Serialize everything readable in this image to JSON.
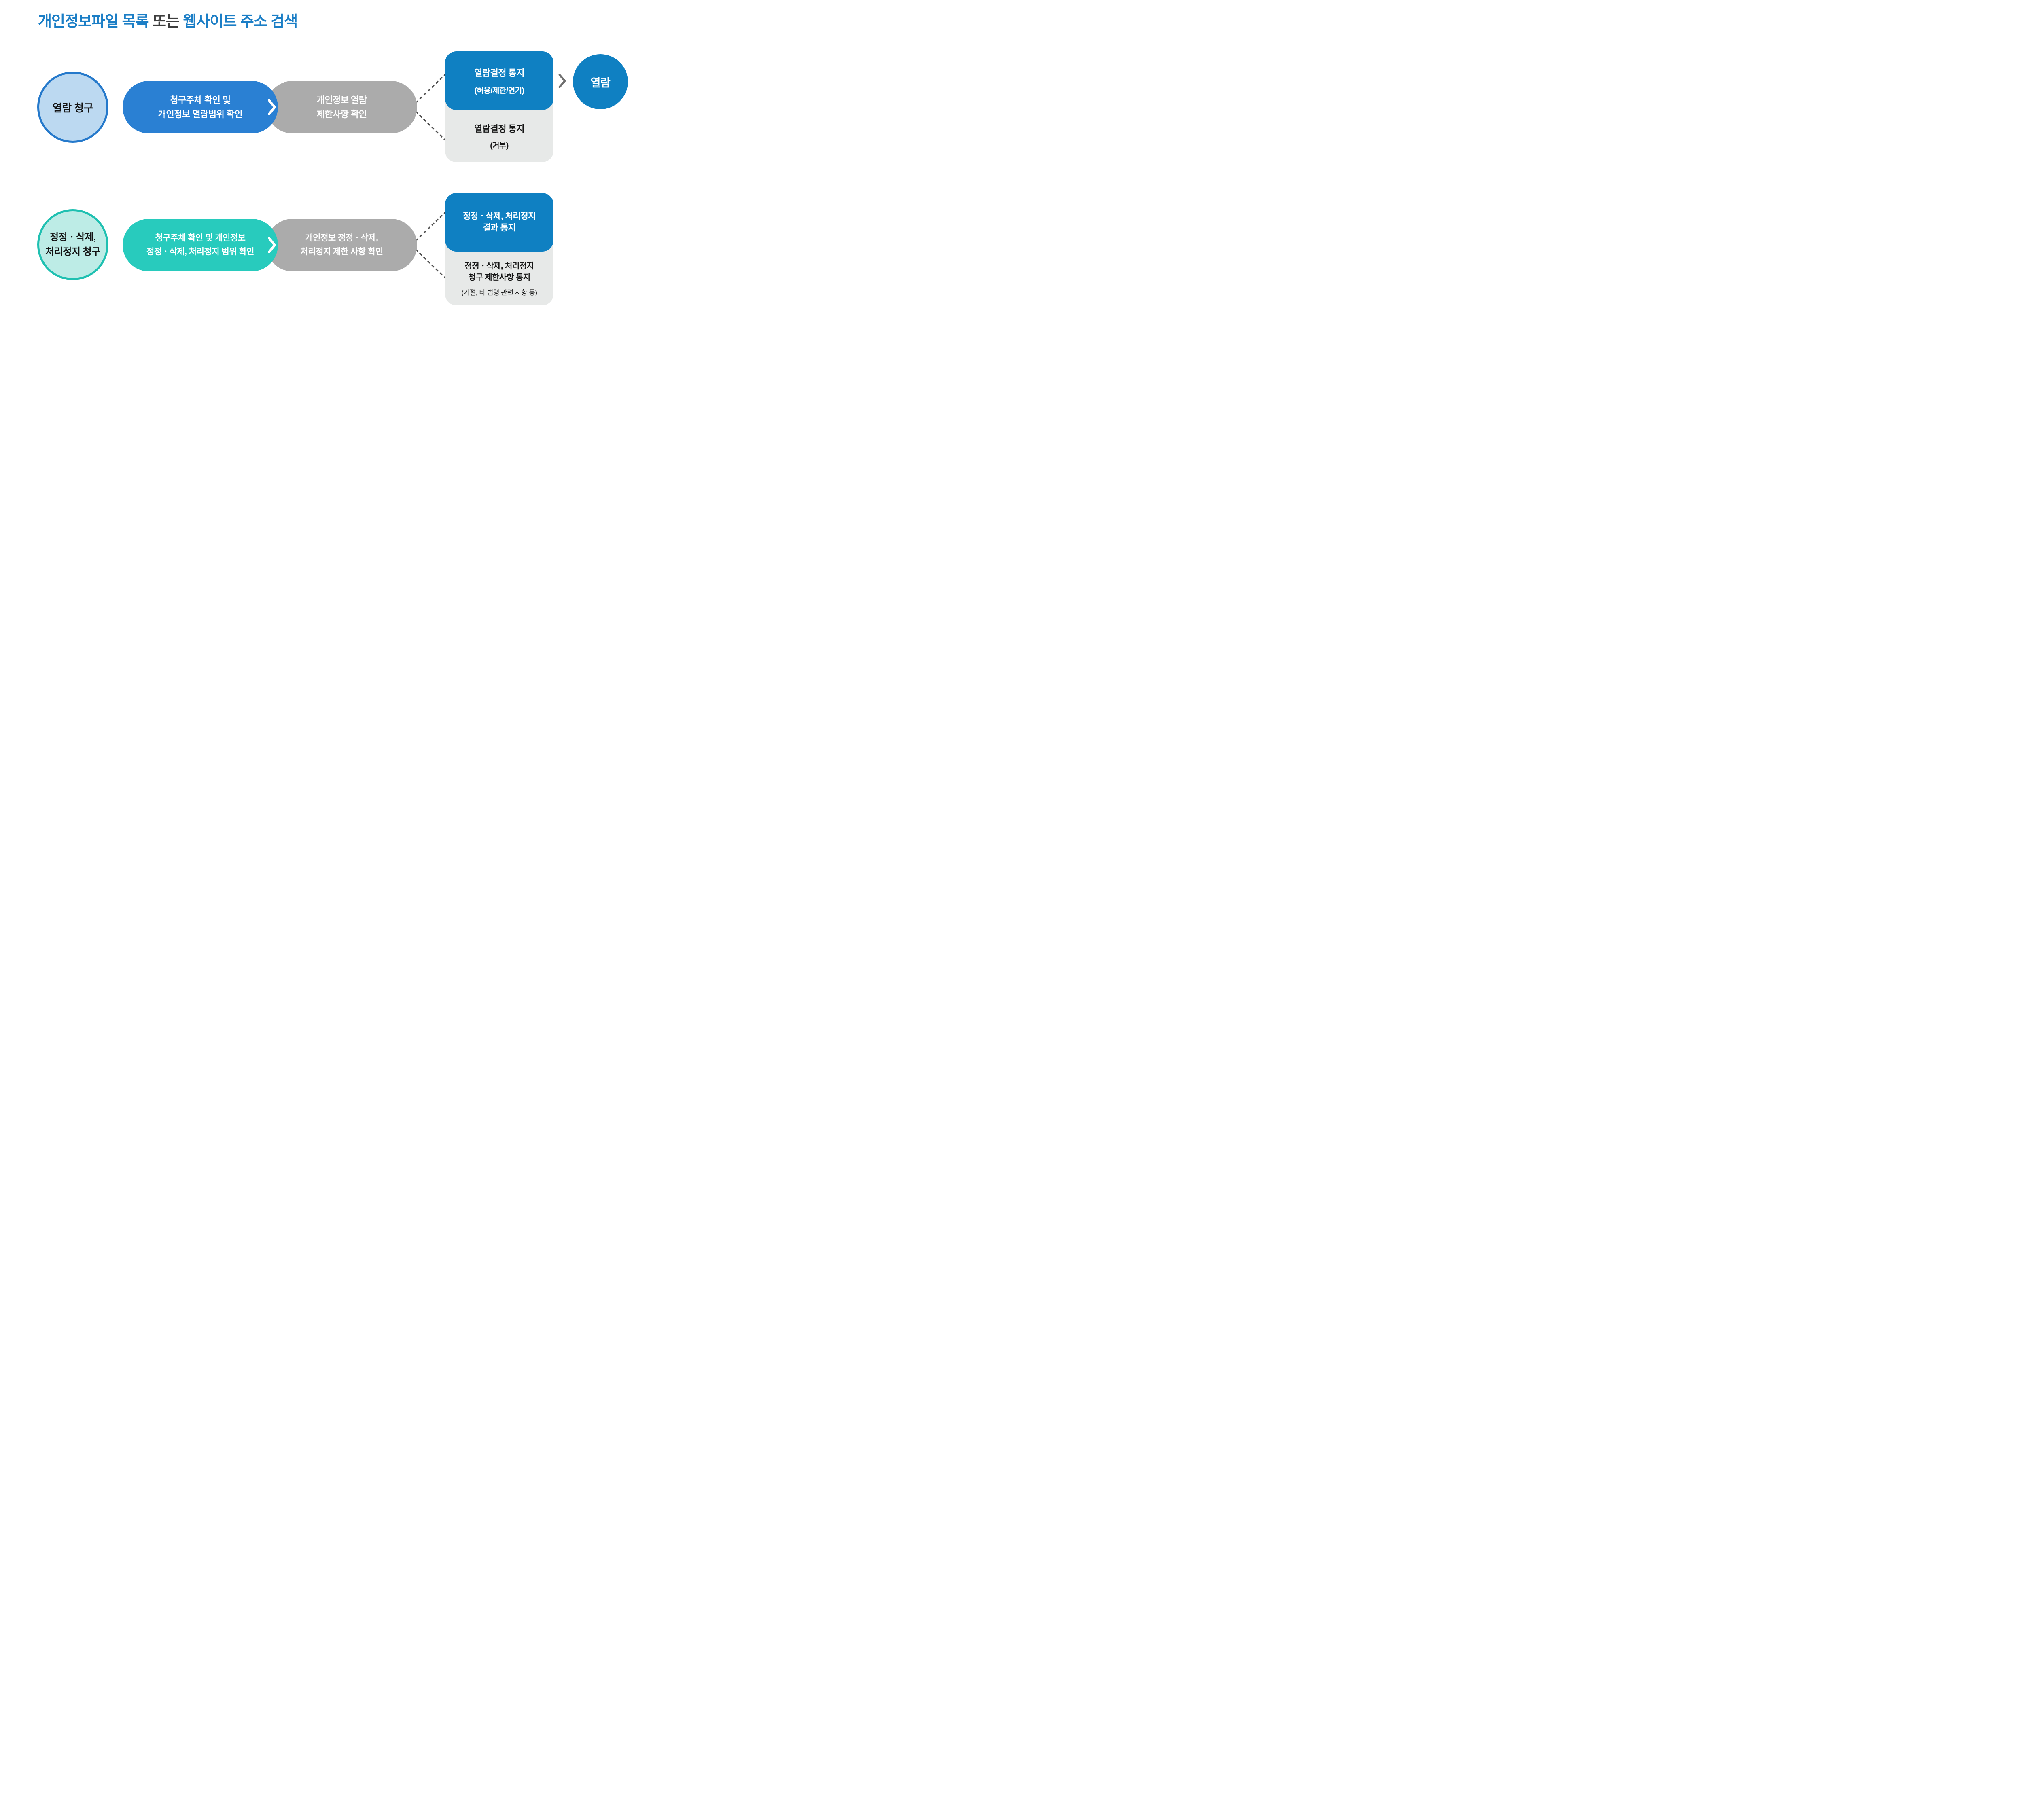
{
  "title": {
    "part1": "개인정보파일 목록",
    "part2": " 또는 ",
    "part3": "웹사이트 주소 검색"
  },
  "rows": [
    {
      "request_circle": {
        "line1": "열람 청구"
      },
      "verify_pill": {
        "line1": "청구주체 확인 및",
        "line2": "개인정보 열람범위 확인"
      },
      "restriction_pill": {
        "line1": "개인정보 열람",
        "line2": "제한사항 확인"
      },
      "decision_box": {
        "line1": "열람결정 통지",
        "line2": "(허용/제한/연기)"
      },
      "rejection_box": {
        "line1": "열람결정 통지",
        "line2": "(거부)"
      },
      "outcome_circle": {
        "label": "열람"
      }
    },
    {
      "request_circle": {
        "line1": "정정ㆍ삭제,",
        "line2": "처리정지 청구"
      },
      "verify_pill": {
        "line1": "청구주체 확인 및 개인정보",
        "line2": "정정ㆍ삭제, 처리정지 범위 확인"
      },
      "restriction_pill": {
        "line1": "개인정보 정정ㆍ삭제,",
        "line2": "처리정지 제한 사항 확인"
      },
      "decision_box": {
        "line1": "정정ㆍ삭제, 처리정지",
        "line2": "결과 통지"
      },
      "rejection_box": {
        "line1": "정정ㆍ삭제, 처리정지",
        "line2": "청구 제한사항 통지",
        "line3": "(거절, 타 법령 관련 사항 등)"
      }
    }
  ],
  "colors": {
    "title_blue": "#1b7ec6",
    "title_dark": "#3d3d3d",
    "process_blue": "#2a80d3",
    "deep_blue": "#0f80c2",
    "teal": "#28cbbd",
    "light_blue_fill": "#bcd9f1",
    "blue_border": "#2579cb",
    "mint_fill": "#bdece6",
    "teal_border": "#1fc0b1",
    "gray_pill": "#ababab",
    "light_gray_box": "#e7e9e8",
    "dash_line": "#4b4b4b"
  }
}
